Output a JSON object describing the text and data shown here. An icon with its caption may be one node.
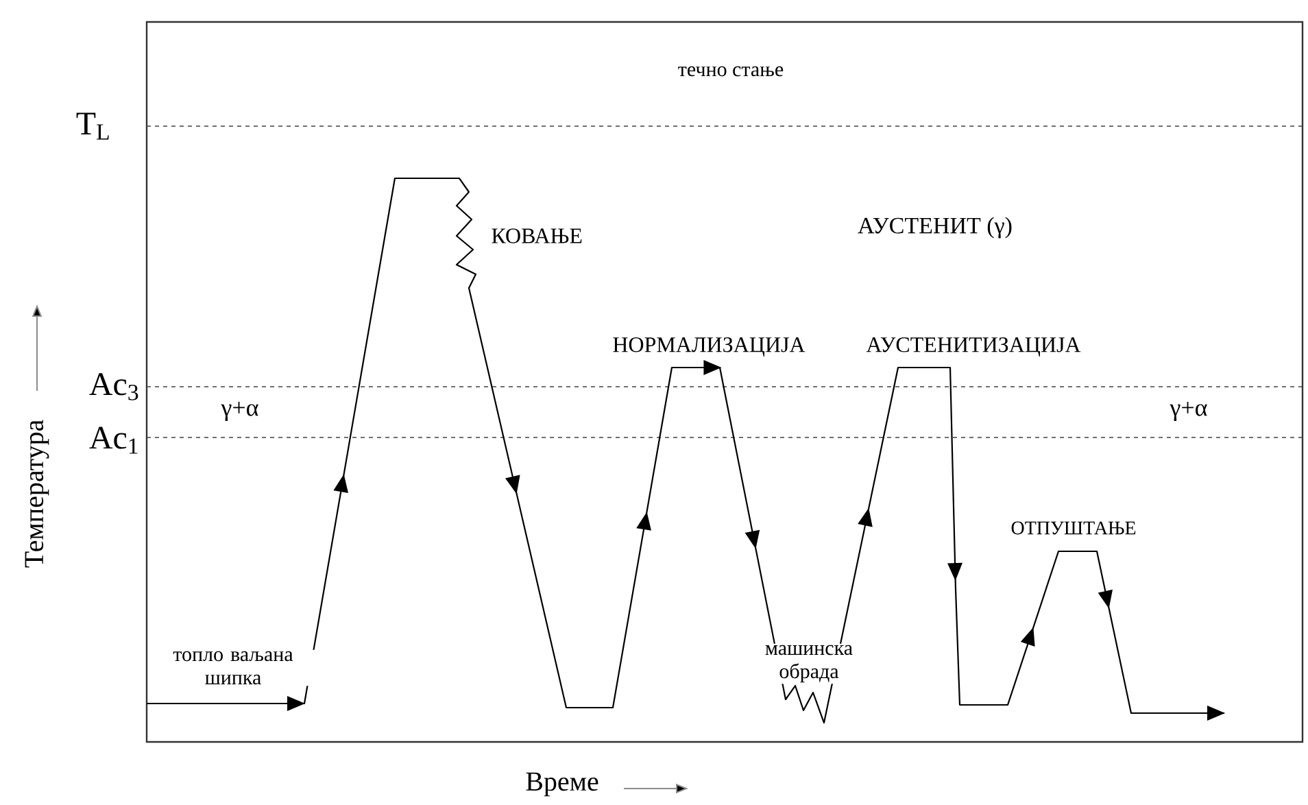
{
  "diagram": {
    "labels": [
      "течно стање",
      "T$_{L}$",
      "КОВАЊЕ",
      "АУСТЕНИТ (γ)",
      "НОРМАЛИЗАЦИЈА",
      "АУСТЕНИТИЗАЦИЈА",
      "Ac$_{3}$",
      "γ+α",
      "Ac$_{1}$",
      "γ+α",
      "Температура",
      "ОТПУШТАЊЕ",
      "топло ваљана шипка",
      "машинска обрада",
      "Време"
    ]
  }
}
